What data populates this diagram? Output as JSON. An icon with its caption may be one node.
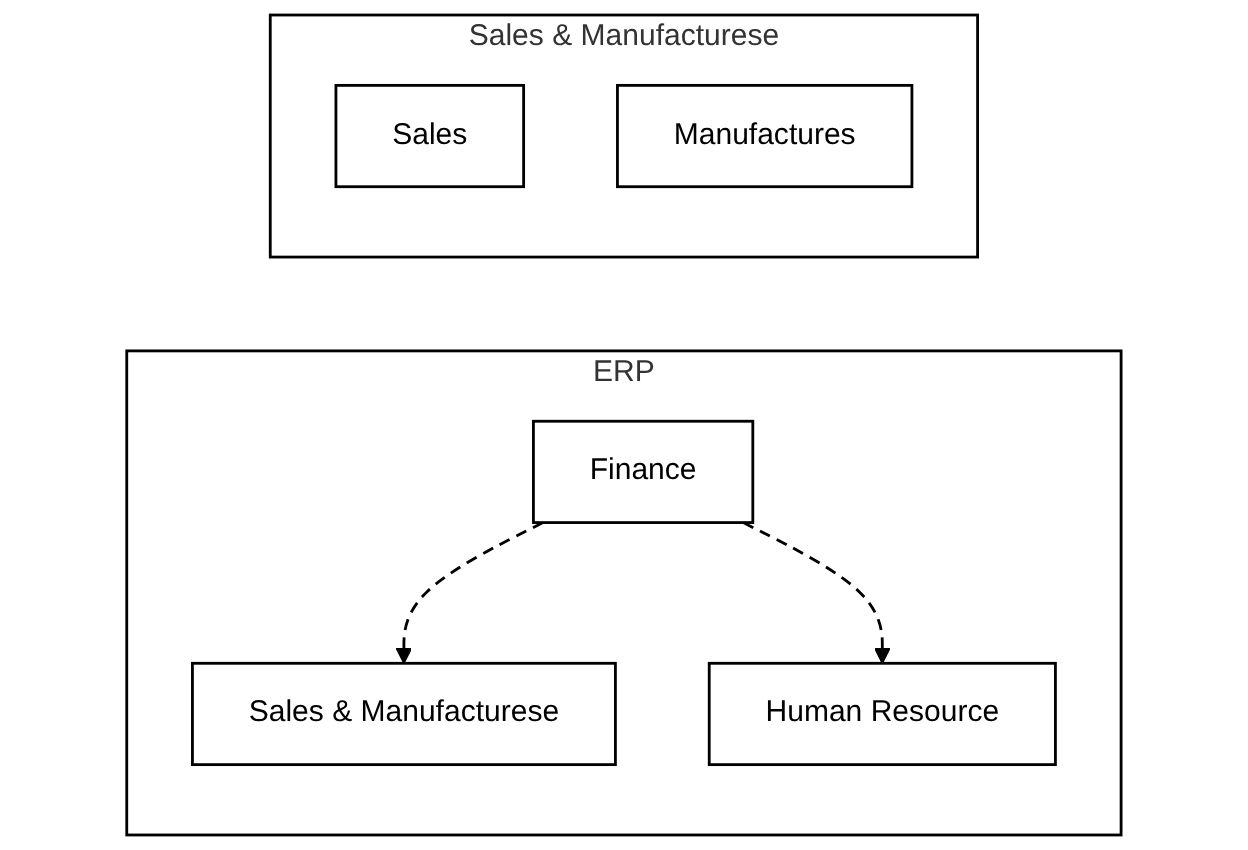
{
  "diagram": {
    "nodes": [
      {
        "text": [
          "ERP"
        ]
      },
      {
        "text": [
          "Sales & Manufacturese"
        ],
        "in": 0
      },
      {
        "text": [
          "Finance"
        ],
        "in": 0
      },
      {
        "text": [
          "Human Resource"
        ],
        "in": 0
      },
      {
        "text": [
          "Sales & Manufacturese"
        ]
      },
      {
        "text": [
          "Sales"
        ],
        "in": 4
      },
      {
        "text": [
          "Manufactures"
        ],
        "in": 4
      }
    ],
    "edges": [
      {
        "from": 2,
        "to": 1,
        "arrow": "to",
        "style": "dashed"
      },
      {
        "from": 2,
        "to": 3,
        "arrow": "to",
        "style": "dashed"
      }
    ]
  }
}
